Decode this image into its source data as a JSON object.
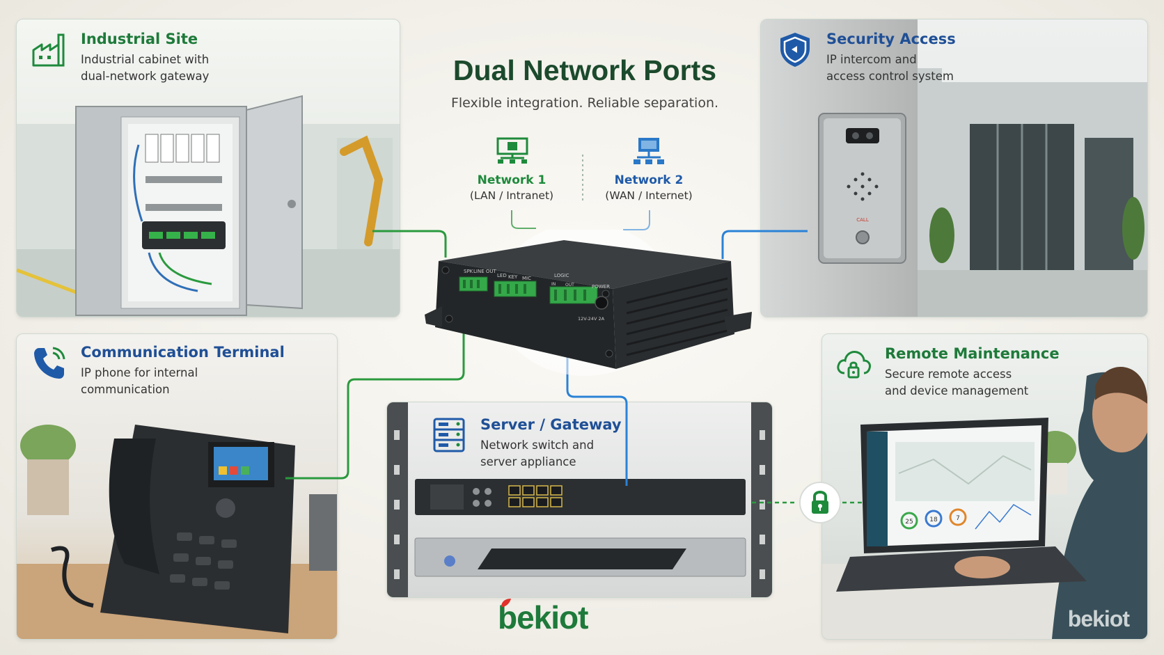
{
  "header": {
    "title": "Dual Network Ports",
    "subtitle": "Flexible integration. Reliable separation."
  },
  "networks": [
    {
      "name": "Network 1",
      "detail": "(LAN / Intranet)",
      "color": "#1e8a3c",
      "icon": "lan-icon"
    },
    {
      "name": "Network 2",
      "detail": "(WAN / Internet)",
      "color": "#2a78c8",
      "icon": "wan-icon"
    }
  ],
  "cards": {
    "industrial": {
      "title": "Industrial Site",
      "desc": "Industrial cabinet with\ndual-network gateway",
      "icon": "factory-icon"
    },
    "security": {
      "title": "Security Access",
      "desc": "IP intercom and\naccess control system",
      "icon": "shield-icon"
    },
    "communication": {
      "title": "Communication Terminal",
      "desc": "IP phone for internal\ncommunication",
      "icon": "phone-icon"
    },
    "server": {
      "title": "Server / Gateway",
      "desc": "Network switch and\nserver appliance",
      "icon": "server-icon"
    },
    "remote": {
      "title": "Remote Maintenance",
      "desc": "Secure remote access\nand device management",
      "icon": "cloud-lock-icon"
    }
  },
  "device": {
    "port_labels": [
      "SPK",
      "LINE OUT",
      "LED",
      "KEY",
      "MIC",
      "LOGIC",
      "IN",
      "OUT",
      "POWER",
      "12V-24V 2A"
    ]
  },
  "intercom": {
    "call_label": "CALL"
  },
  "laptop": {
    "dash_values": [
      "25",
      "18",
      "7"
    ]
  },
  "brand": {
    "logo": "bekiot",
    "watermark": "bekiot"
  },
  "colors": {
    "green": "#1e8a3c",
    "blue": "#2a78c8",
    "title": "#1b4a2c"
  }
}
